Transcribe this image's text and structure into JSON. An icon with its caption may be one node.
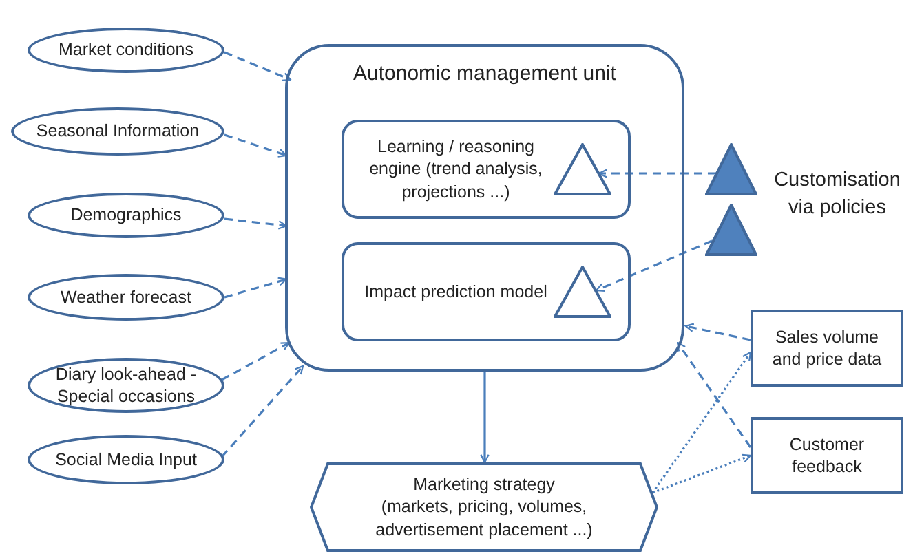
{
  "diagram": {
    "nodes": [
      {
        "text": [
          "Market conditions"
        ]
      },
      {
        "text": [
          "Seasonal Information"
        ]
      },
      {
        "text": [
          "Demographics"
        ]
      },
      {
        "text": [
          "Weather forecast"
        ]
      },
      {
        "text": [
          "Diary look-ahead - Special occasions"
        ]
      },
      {
        "text": [
          "Social Media Input"
        ]
      },
      {
        "text": [
          "Autonomic management unit"
        ]
      },
      {
        "text": [
          "Learning / reasoning engine (trend analysis, projections ...)"
        ],
        "in": 6
      },
      {
        "text": [],
        "shape": "triangle",
        "in": 7
      },
      {
        "text": [
          "Impact prediction model"
        ],
        "in": 6
      },
      {
        "text": [],
        "shape": "triangle",
        "in": 9
      },
      {
        "text": [],
        "shape": "triangle"
      },
      {
        "text": [],
        "shape": "triangle"
      },
      {
        "text": [
          "Marketing strategy",
          "(markets, pricing, volumes, advertisement placement ...)"
        ]
      },
      {
        "text": [
          "Sales volume and price data"
        ]
      },
      {
        "text": [
          "Customer feedback"
        ]
      }
    ],
    "edges": [
      {
        "from": 0,
        "to": 6,
        "arrow": "to",
        "style": "dashed"
      },
      {
        "from": 1,
        "to": 6,
        "arrow": "to",
        "style": "dashed"
      },
      {
        "from": 2,
        "to": 6,
        "arrow": "to",
        "style": "dashed"
      },
      {
        "from": 3,
        "to": 6,
        "arrow": "to",
        "style": "dashed"
      },
      {
        "from": 4,
        "to": 6,
        "arrow": "to",
        "style": "dashed"
      },
      {
        "from": 5,
        "to": 6,
        "arrow": "to",
        "style": "dashed"
      },
      {
        "from": 11,
        "to": 8,
        "arrow": "to",
        "style": "dashed"
      },
      {
        "from": 12,
        "to": 10,
        "arrow": "to",
        "style": "dashed"
      },
      {
        "from": 6,
        "to": 13,
        "arrow": "to"
      },
      {
        "from": 14,
        "to": 6,
        "arrow": "to",
        "style": "dashed"
      },
      {
        "from": 15,
        "to": 6,
        "arrow": "to",
        "style": "dashed"
      },
      {
        "from": 13,
        "to": 14,
        "arrow": "to",
        "style": "dashed"
      },
      {
        "from": 13,
        "to": 15,
        "arrow": "to",
        "style": "dashed"
      }
    ],
    "labels": [
      "Customisation via policies"
    ]
  }
}
